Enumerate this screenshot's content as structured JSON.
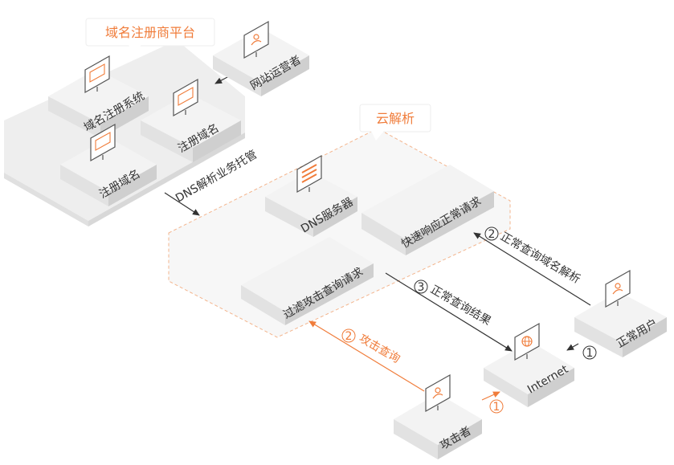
{
  "callouts": {
    "registrar_platform": "域名注册商平台",
    "cloud_dns": "云解析"
  },
  "nodes": {
    "website_operator": "网站运营者",
    "domain_registry_system": "域名注册系统",
    "register_domain_a": "注册域名",
    "register_domain_b": "注册域名",
    "dns_server": "DNS服务器",
    "fast_response": "快速响应正常请求",
    "filter_attack": "过滤攻击查询请求",
    "normal_user": "正常用户",
    "internet": "Internet",
    "attacker": "攻击者"
  },
  "edges": {
    "dns_hosting": "DNS解析业务托管",
    "normal_query_step": "2",
    "normal_query": "正常查询域名解析",
    "result_step": "3",
    "result": "正常查询结果",
    "attack_step": "2",
    "attack_query": "攻击查询",
    "user_step": "1",
    "attacker_step": "1"
  },
  "colors": {
    "accent": "#f07c3a",
    "box_top": "#f3f3f3",
    "box_left": "#e2e2e2",
    "box_right": "#cfcfcf",
    "platform": "#ececec"
  }
}
